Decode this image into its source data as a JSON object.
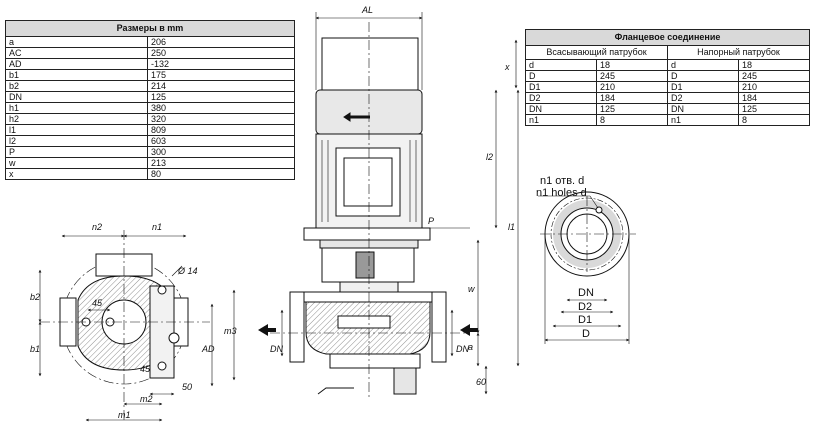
{
  "dims_table": {
    "title": "Размеры в mm",
    "rows": [
      {
        "k": "a",
        "v": "206"
      },
      {
        "k": "AC",
        "v": "250"
      },
      {
        "k": "AD",
        "v": "-132"
      },
      {
        "k": "b1",
        "v": "175"
      },
      {
        "k": "b2",
        "v": "214"
      },
      {
        "k": "DN",
        "v": "125"
      },
      {
        "k": "h1",
        "v": "380"
      },
      {
        "k": "h2",
        "v": "320"
      },
      {
        "k": "l1",
        "v": "809"
      },
      {
        "k": "l2",
        "v": "603"
      },
      {
        "k": "P",
        "v": "300"
      },
      {
        "k": "w",
        "v": "213"
      },
      {
        "k": "x",
        "v": "80"
      }
    ]
  },
  "flange_table": {
    "title": "Фланцевое соединение",
    "suction_title": "Всасывающий патрубок",
    "discharge_title": "Напорный патрубок",
    "rows": [
      {
        "sk": "d",
        "sv": "18",
        "dk": "d",
        "dv": "18"
      },
      {
        "sk": "D",
        "sv": "245",
        "dk": "D",
        "dv": "245"
      },
      {
        "sk": "D1",
        "sv": "210",
        "dk": "D1",
        "dv": "210"
      },
      {
        "sk": "D2",
        "sv": "184",
        "dk": "D2",
        "dv": "184"
      },
      {
        "sk": "DN",
        "sv": "125",
        "dk": "DN",
        "dv": "125"
      },
      {
        "sk": "n1",
        "sv": "8",
        "dk": "n1",
        "dv": "8"
      }
    ]
  },
  "drawing_labels": {
    "al": "AL",
    "x": "x",
    "l2": "l2",
    "l1": "l1",
    "p": "P",
    "w": "w",
    "dn_side": "DN",
    "dn_right": "DN",
    "a": "a",
    "h60": "60",
    "n2": "n2",
    "n1": "n1",
    "phi14": "Ø 14",
    "b2": "b2",
    "b1": "b1",
    "m3": "m3",
    "ad": "AD",
    "d45a": "45",
    "d45b": "45",
    "d50": "50",
    "m2": "m2",
    "m1": "m1",
    "holes_ru": "n1 отв. d",
    "holes_en": "n1 holes d",
    "fl_dn": "DN",
    "fl_d2": "D2",
    "fl_d1": "D1",
    "fl_d": "D"
  }
}
